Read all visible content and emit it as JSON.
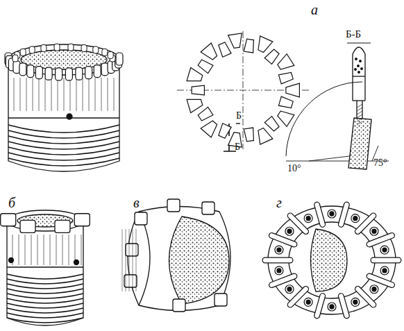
{
  "diagram": {
    "labels": [
      "а",
      "Б-Б",
      "Б",
      "Б",
      "10°",
      "75°",
      "б",
      "в",
      "г"
    ]
  }
}
